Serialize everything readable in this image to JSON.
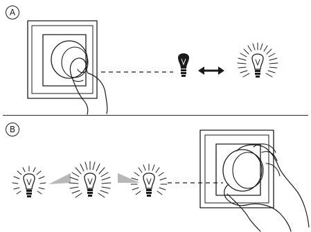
{
  "panels": [
    {
      "id": "A",
      "label": "A",
      "description_items": [
        "dimmer-knob",
        "pressing-hand",
        "bulb-off",
        "bulb-on"
      ]
    },
    {
      "id": "B",
      "label": "B",
      "description_items": [
        "bulb-dim",
        "bulb-bright",
        "bulb-medium",
        "turning-hand",
        "dimmer-knob"
      ]
    }
  ],
  "icons": {
    "toggle_arrow": "double-arrow-icon",
    "bulb_off": "bulb-off-icon",
    "bulb_on": "bulb-on-icon",
    "ramp": "ramp-triangle-icon"
  },
  "colors": {
    "ink": "#1a1a1a",
    "ramp": "#b8b8b8",
    "background": "#ffffff"
  }
}
